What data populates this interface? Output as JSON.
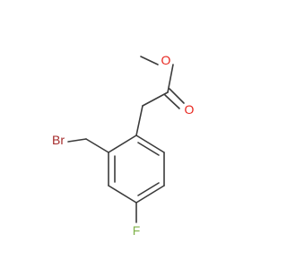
{
  "molecule": {
    "atoms": {
      "oxygen_ester": "O",
      "oxygen_carbonyl": "O",
      "bromine": "Br",
      "fluorine": "F"
    },
    "colors": {
      "bond": "#3b3b3b",
      "oxygen": "#e8261e",
      "bromine": "#a52a2a",
      "fluorine": "#7fb24a"
    }
  }
}
